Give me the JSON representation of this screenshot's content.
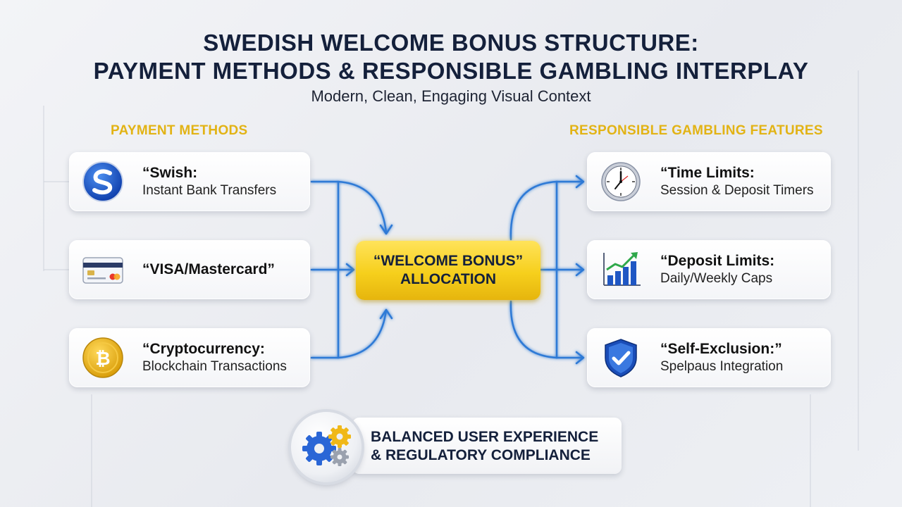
{
  "title": {
    "line1": "SWEDISH WELCOME BONUS STRUCTURE:",
    "line2": "PAYMENT METHODS & RESPONSIBLE GAMBLING INTERPLAY"
  },
  "subtitle": "Modern, Clean, Engaging Visual Context",
  "payment_methods": {
    "heading": "PAYMENT METHODS",
    "items": [
      {
        "title": "“Swish:",
        "subtitle": "Instant Bank Transfers",
        "icon": "swish-logo-icon"
      },
      {
        "title": "“VISA/Mastercard”",
        "subtitle": "",
        "icon": "credit-card-icon"
      },
      {
        "title": "“Cryptocurrency:",
        "subtitle": "Blockchain Transactions",
        "icon": "bitcoin-icon"
      }
    ]
  },
  "responsible_gambling": {
    "heading": "RESPONSIBLE GAMBLING FEATURES",
    "items": [
      {
        "title": "“Time Limits:",
        "subtitle": "Session & Deposit Timers",
        "icon": "clock-icon"
      },
      {
        "title": "“Deposit Limits:",
        "subtitle": "Daily/Weekly Caps",
        "icon": "bar-chart-icon"
      },
      {
        "title": "“Self-Exclusion:”",
        "subtitle": "Spelpaus Integration",
        "icon": "shield-check-icon"
      }
    ]
  },
  "center": {
    "line1": "“WELCOME BONUS”",
    "line2": "ALLOCATION"
  },
  "bottom": {
    "line1": "BALANCED USER EXPERIENCE",
    "line2": "& REGULATORY COMPLIANCE",
    "icon": "gears-icon"
  },
  "colors": {
    "accent_gold": "#e2b315",
    "connector_blue": "#2f7ad6",
    "title_navy": "#14203b"
  }
}
